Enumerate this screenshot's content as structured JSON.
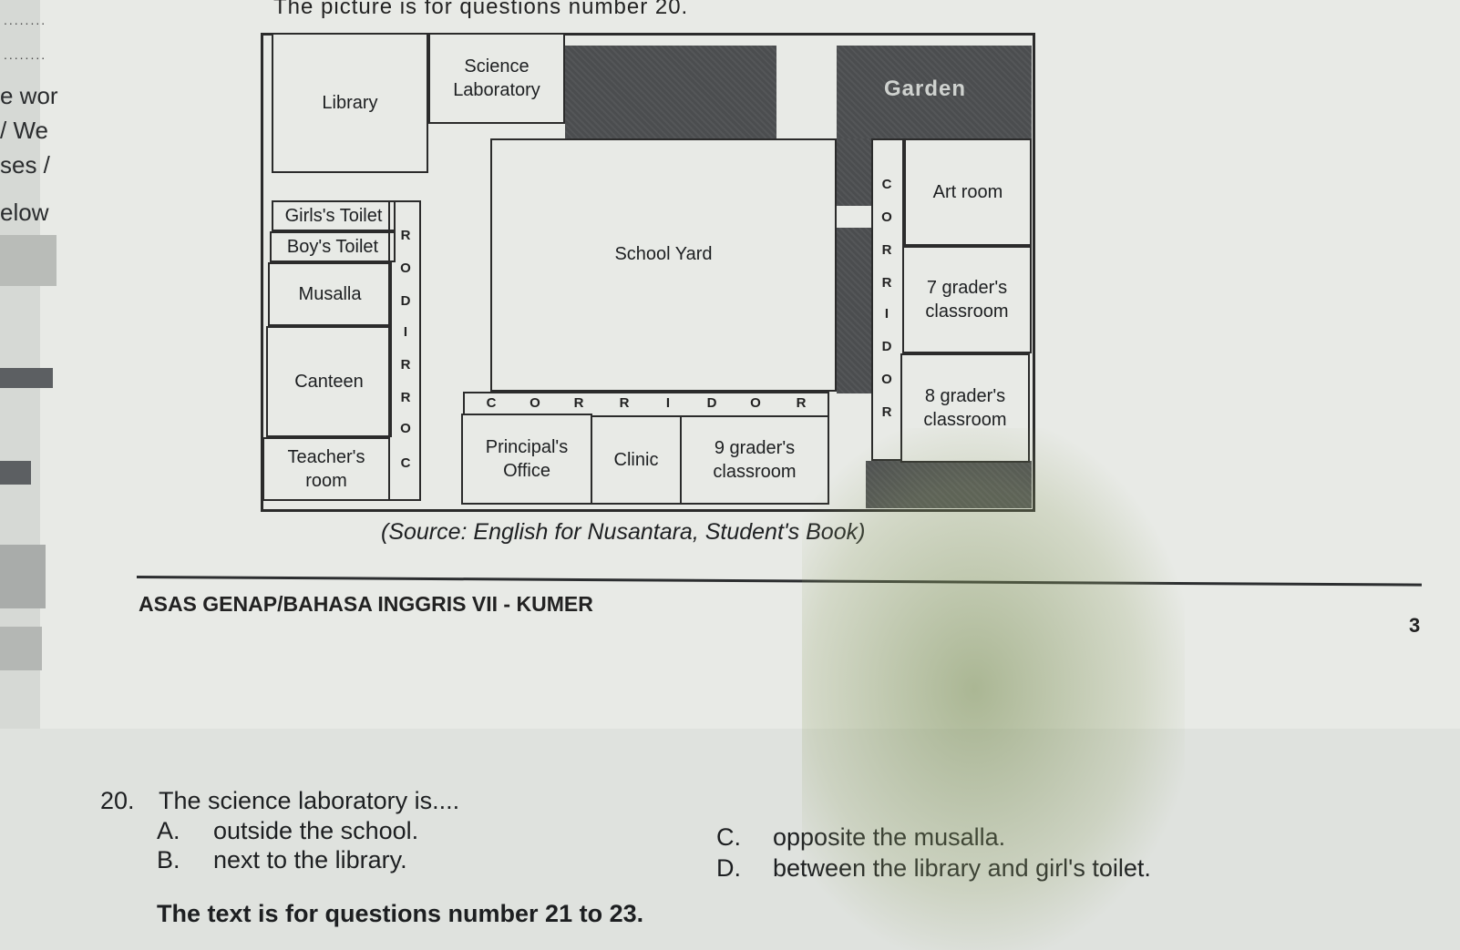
{
  "left_margin": {
    "fragments": [
      "e wor",
      "/ We",
      "ses /",
      "elow"
    ],
    "dots": [
      "........",
      "........"
    ]
  },
  "intro": "The picture is for questions number 20.",
  "plan": {
    "rooms": {
      "library": "Library",
      "science_lab": "Science Laboratory",
      "garden": "Garden",
      "girls_toilet": "Girls's Toilet",
      "boys_toilet": "Boy's Toilet",
      "musalla": "Musalla",
      "canteen": "Canteen",
      "teachers_room": "Teacher's room",
      "school_yard": "School Yard",
      "art_room": "Art room",
      "grade7": "7 grader's classroom",
      "grade8": "8 grader's classroom",
      "principal": "Principal's Office",
      "clinic": "Clinic",
      "grade9": "9 grader's classroom"
    },
    "corridor_letters": [
      "C",
      "O",
      "R",
      "R",
      "I",
      "D",
      "O",
      "R"
    ]
  },
  "source": "(Source: English for Nusantara, Student's Book)",
  "footer": {
    "title": "ASAS GENAP/BAHASA INGGRIS VII - KUMER",
    "page_number": "3"
  },
  "question": {
    "number": "20.",
    "text": "The science laboratory is....",
    "options": [
      {
        "letter": "A.",
        "text": "outside the school."
      },
      {
        "letter": "B.",
        "text": "next to the library."
      },
      {
        "letter": "C.",
        "text": "opposite the musalla."
      },
      {
        "letter": "D.",
        "text": "between the library and girl's toilet."
      }
    ]
  },
  "next_text": "The text is for questions number 21 to 23."
}
